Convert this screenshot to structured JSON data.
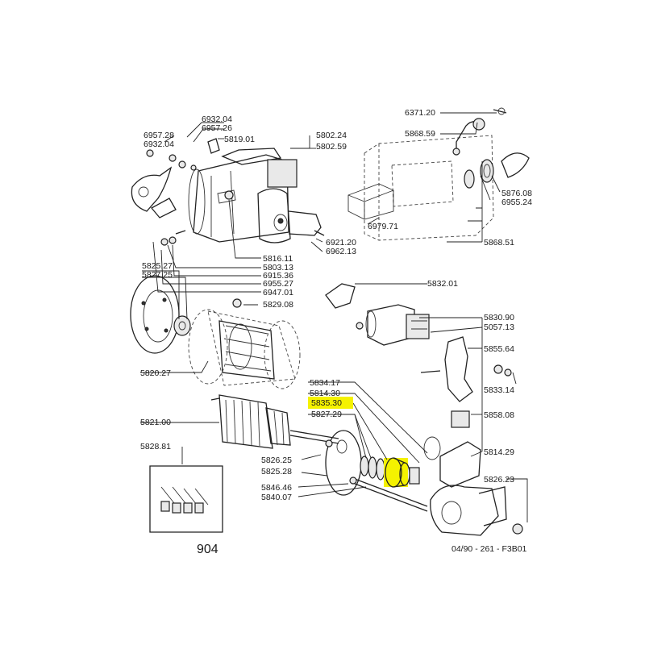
{
  "highlight_color": "#f5f200",
  "highlighted_part": "5835.30",
  "page_number": "904",
  "footer_code": "04/90 - 261 - F3B01",
  "parts": {
    "p6371_20": "6371.20",
    "p5868_59": "5868.59",
    "p5876_08": "5876.08",
    "p6955_24": "6955.24",
    "p5868_51": "5868.51",
    "p6979_71": "6979.71",
    "p6932_04a": "6932.04",
    "p6957_28": "6957.28",
    "p6957_26": "6957.26",
    "p6932_04b": "6932.04",
    "p5819_01": "5819.01",
    "p5802_24": "5802.24",
    "p5802_59": "5802.59",
    "p6921_20": "6921.20",
    "p6962_13": "6962.13",
    "p5816_11": "5816.11",
    "p5803_13": "5803.13",
    "p6915_36": "6915.36",
    "p6955_27": "6955.27",
    "p6947_01": "6947.01",
    "p5825_27": "5825.27",
    "p5827_25": "5827.25",
    "p5829_08": "5829.08",
    "p5832_01": "5832.01",
    "p5830_90": "5830.90",
    "p5057_13": "5057.13",
    "p5855_64": "5855.64",
    "p5833_14": "5833.14",
    "p5858_08": "5858.08",
    "p5820_27": "5820.27",
    "p5834_17": "5834.17",
    "p5814_30": "5814.30",
    "p5835_30": "5835.30",
    "p5827_29": "5827.29",
    "p5821_00": "5821.00",
    "p5828_81": "5828.81",
    "p5826_25": "5826.25",
    "p5825_28": "5825.28",
    "p5846_46": "5846.46",
    "p5840_07": "5840.07",
    "p5814_29": "5814.29",
    "p5826_23": "5826.23"
  }
}
